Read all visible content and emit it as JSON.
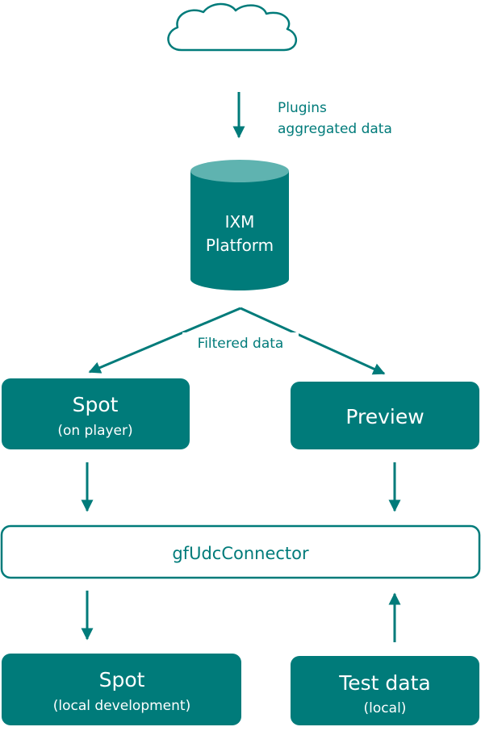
{
  "colors": {
    "teal": "#007b7a",
    "teal_light": "#5fb3b0",
    "white": "#ffffff"
  },
  "edges": {
    "plugins_line1": "Plugins",
    "plugins_line2": "aggregated data",
    "filtered": "Filtered data"
  },
  "nodes": {
    "platform": {
      "line1": "IXM",
      "line2": "Platform"
    },
    "spot_player": {
      "title": "Spot",
      "subtitle": "(on player)"
    },
    "preview": {
      "title": "Preview"
    },
    "connector": {
      "title": "gfUdcConnector"
    },
    "spot_local": {
      "title": "Spot",
      "subtitle": "(local development)"
    },
    "test_data": {
      "title": "Test data",
      "subtitle": "(local)"
    }
  }
}
